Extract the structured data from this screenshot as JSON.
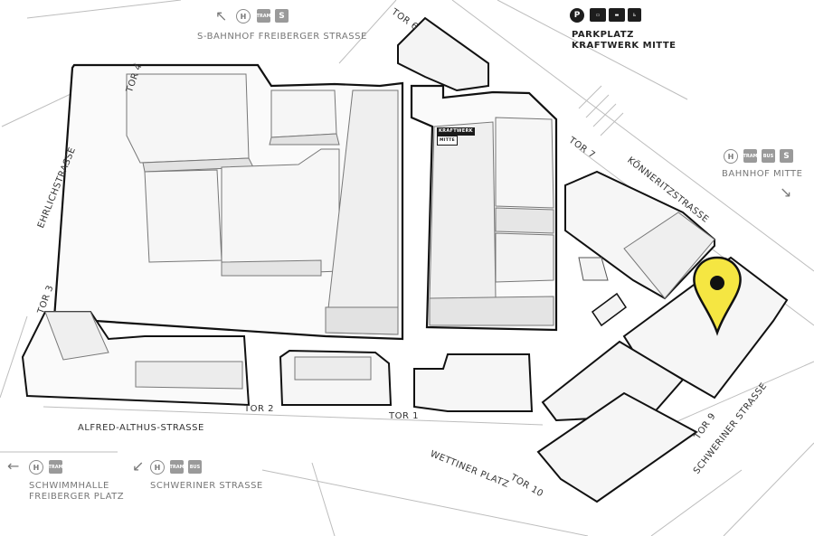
{
  "labels": {
    "s_bahnhof": "S-BAHNHOF FREIBERGER STRASSE",
    "parkplatz_line1": "PARKPLATZ",
    "parkplatz_line2": "KRAFTWERK MITTE",
    "bahnhof_mitte": "BAHNHOF MITTE",
    "koenneritz": "KÖNNERITZSTRASSE",
    "ehrlich": "EHRLICHSTRASSE",
    "alfred": "ALFRED-ALTHUS-STRASSE",
    "wettiner": "WETTINER PLATZ",
    "schweriner_str": "SCHWERINER STRASSE",
    "schwimm_line1": "SCHWIMMHALLE",
    "schwimm_line2": "FREIBERGER PLATZ",
    "schweriner_stop": "SCHWERINER STRASSE",
    "sign_line1": "KRAFTWERK",
    "sign_line2": "MITTE"
  },
  "gates": {
    "tor1": "TOR 1",
    "tor2": "TOR 2",
    "tor3": "TOR 3",
    "tor4": "TOR 4",
    "tor6": "TOR 6",
    "tor7": "TOR 7",
    "tor9": "TOR 9",
    "tor10": "TOR 10"
  },
  "badges": {
    "h": "H",
    "tram": "TRAM",
    "bus": "BUS",
    "s": "S",
    "p": "P"
  },
  "icons": {
    "arrow_nw": "↖",
    "arrow_se": "↘",
    "arrow_left": "←",
    "arrow_sw": "↙",
    "bus_icon": "bus-icon",
    "car_icon": "car-icon",
    "wheelchair_icon": "♿",
    "location_pin": "location-pin-icon"
  },
  "colors": {
    "pin": "#f5e642",
    "building_top": "#f4f4f4",
    "building_side": "#e4e4e4",
    "outline": "#111111",
    "street": "#bdbdbd"
  }
}
